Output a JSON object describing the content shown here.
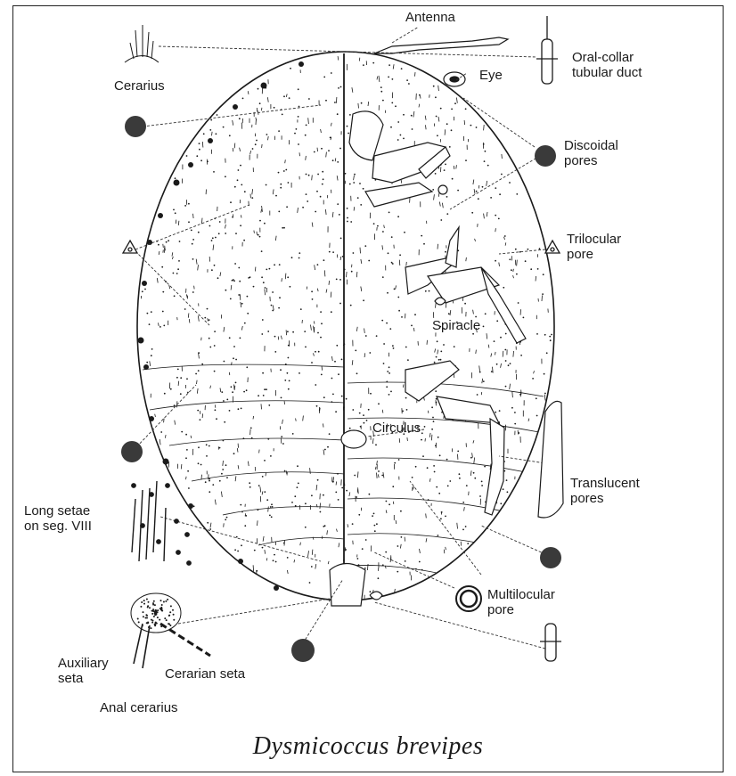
{
  "labels": {
    "antenna": "Antenna",
    "cerarius": "Cerarius",
    "oral_collar": "Oral-collar\ntubular duct",
    "eye": "Eye",
    "discoidal": "Discoidal\npores",
    "trilocular": "Trilocular\npore",
    "spiracle": "Spiracle",
    "circulus": "Circulus",
    "translucent": "Translucent\npores",
    "long_setae": "Long setae\non seg. VIII",
    "multilocular": "Multilocular\npore",
    "auxiliary": "Auxiliary\nseta",
    "cerarian_seta": "Cerarian seta",
    "anal_cerarius": "Anal cerarius"
  },
  "caption": "Dysmicoccus brevipes",
  "colors": {
    "ink": "#1a1a1a",
    "pore_fill": "#3a3a3a"
  }
}
